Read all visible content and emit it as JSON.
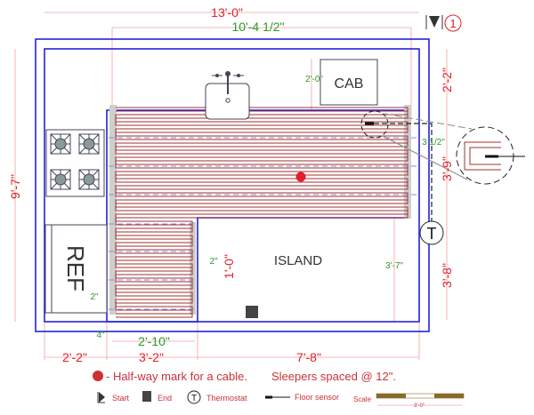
{
  "plan": {
    "dimensions": {
      "overall_width": "13'-0\"",
      "heated_width": "10'-4 1/2\"",
      "overall_height": "9'-7\"",
      "right_top": "2'-2\"",
      "right_middle": "3'-9\"",
      "right_bottom": "3'-8\"",
      "cab_offset": "2'-0\"",
      "right_gap": "3 1/2\"",
      "island_depth": "3'-7\"",
      "island_gap": "2\"",
      "island_offset": "1'-0\"",
      "ref_gap": "2\"",
      "bottom_gap": "4\"",
      "lower_heated_width": "2'-10\"",
      "bottom_left": "2'-2\"",
      "bottom_middle": "3'-2\"",
      "bottom_right": "7'-8\""
    },
    "labels": {
      "cabinet": "CAB",
      "refrigerator": "REF",
      "island": "ISLAND",
      "section_marker": "1",
      "thermostat": "T"
    }
  },
  "legend": {
    "halfway": "- Half-way mark for a cable.",
    "sleepers": "Sleepers spaced @ 12\".",
    "start": "Start",
    "end": "End",
    "thermostat_symbol": "T",
    "thermostat": "Thermostat",
    "floor_sensor": "Floor sensor",
    "scale": "Scale",
    "scale_length": "3'-0\""
  },
  "colors": {
    "dimension_red": "#e0202a",
    "dimension_green": "#2a9a2a",
    "wall_blue": "#2222dd",
    "cable": "#a03030",
    "scale_brown": "#8a6a2a"
  }
}
